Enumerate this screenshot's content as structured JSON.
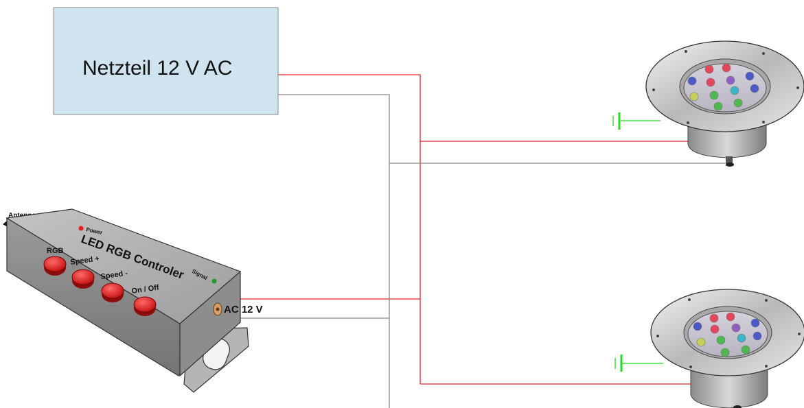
{
  "power_supply": {
    "label": "Netzteil 12 V AC"
  },
  "controller": {
    "title": "LED RGB Controler",
    "antenna_label": "Antenne",
    "power_label": "Power",
    "signal_label": "Signal",
    "input_label": "AC 12 V",
    "buttons": [
      {
        "label": "RGB"
      },
      {
        "label": "Speed +"
      },
      {
        "label": "Speed -"
      },
      {
        "label": "On / Off"
      }
    ]
  },
  "colors": {
    "wire_hot": "#e8262c",
    "wire_neutral": "#8a8a8a",
    "ground": "#22dd22",
    "psu_fill": "#cfe4ee",
    "button": "#e81d1d",
    "led_red": "#e2475a",
    "led_blue": "#4c5ac8",
    "led_purple": "#9060c0",
    "led_green": "#4fb84f",
    "led_cyan": "#38b6c8",
    "led_yellow": "#c8d05a"
  }
}
